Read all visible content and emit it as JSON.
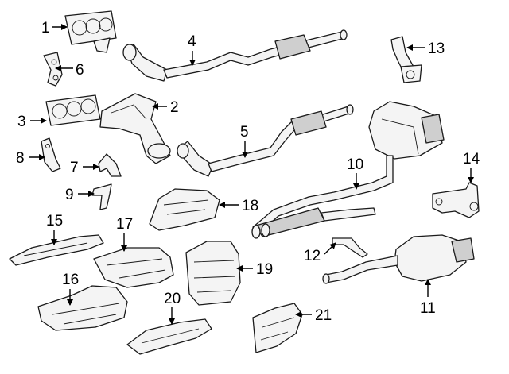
{
  "labels": {
    "p1": "1",
    "p2": "2",
    "p3": "3",
    "p4": "4",
    "p5": "5",
    "p6": "6",
    "p7": "7",
    "p8": "8",
    "p9": "9",
    "p10": "10",
    "p11": "11",
    "p12": "12",
    "p13": "13",
    "p14": "14",
    "p15": "15",
    "p16": "16",
    "p17": "17",
    "p18": "18",
    "p19": "19",
    "p20": "20",
    "p21": "21"
  }
}
